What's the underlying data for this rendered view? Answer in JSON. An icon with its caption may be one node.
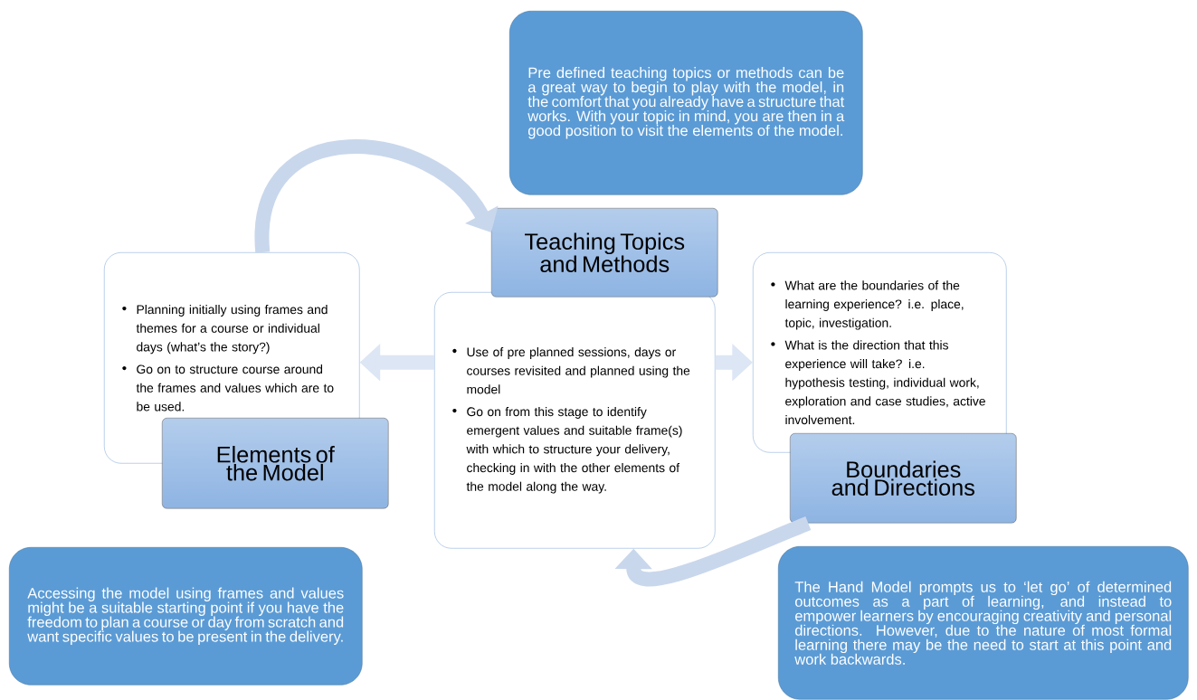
{
  "diagram": {
    "nodes": [
      {
        "text": [
          "Pre defined teaching topics or methods can be a great way to begin to play with the model, in the comfort that you already have a structure that works. With your topic in mind, you are then in a good position to visit the elements of the model."
        ]
      },
      {
        "text": [
          "Teaching Topics and Methods"
        ]
      },
      {
        "text": [
          "Use of pre planned sessions, days or courses revisited and planned using the model",
          "Go on from this stage to identify emergent values and suitable frame(s) with which to structure your delivery, checking in with the other elements of the model along the way."
        ]
      },
      {
        "text": [
          "Planning initially using frames and themes for a course or individual days (what’s the story?)",
          "Go on to structure course around the frames and values which are to be used."
        ]
      },
      {
        "text": [
          "Elements of the Model"
        ]
      },
      {
        "text": [
          "What are the boundaries of the learning experience? i.e. place, topic, investigation.",
          "What is the direction that this experience will take? i.e. hypothesis testing, individual work, exploration and case studies, active involvement."
        ]
      },
      {
        "text": [
          "Boundaries and Directions"
        ]
      },
      {
        "text": [
          "Accessing the model using frames and values might be a suitable starting point if you have the freedom to plan a course or day from scratch and want specific values to be present in the delivery."
        ]
      },
      {
        "text": [
          "The Hand Model prompts us to ‘let go’ of determined outcomes as a part of learning, and instead to empower learners by encouraging creativity and personal directions. However, due to the nature of most formal learning there may be the need to start at this point and work backwards."
        ]
      }
    ],
    "edges": [
      {
        "from": 3,
        "to": 1,
        "arrow": "to"
      },
      {
        "from": 2,
        "to": 3,
        "arrow": "to"
      },
      {
        "from": 2,
        "to": 5,
        "arrow": "to"
      },
      {
        "from": 6,
        "to": 2,
        "arrow": "to"
      }
    ]
  }
}
